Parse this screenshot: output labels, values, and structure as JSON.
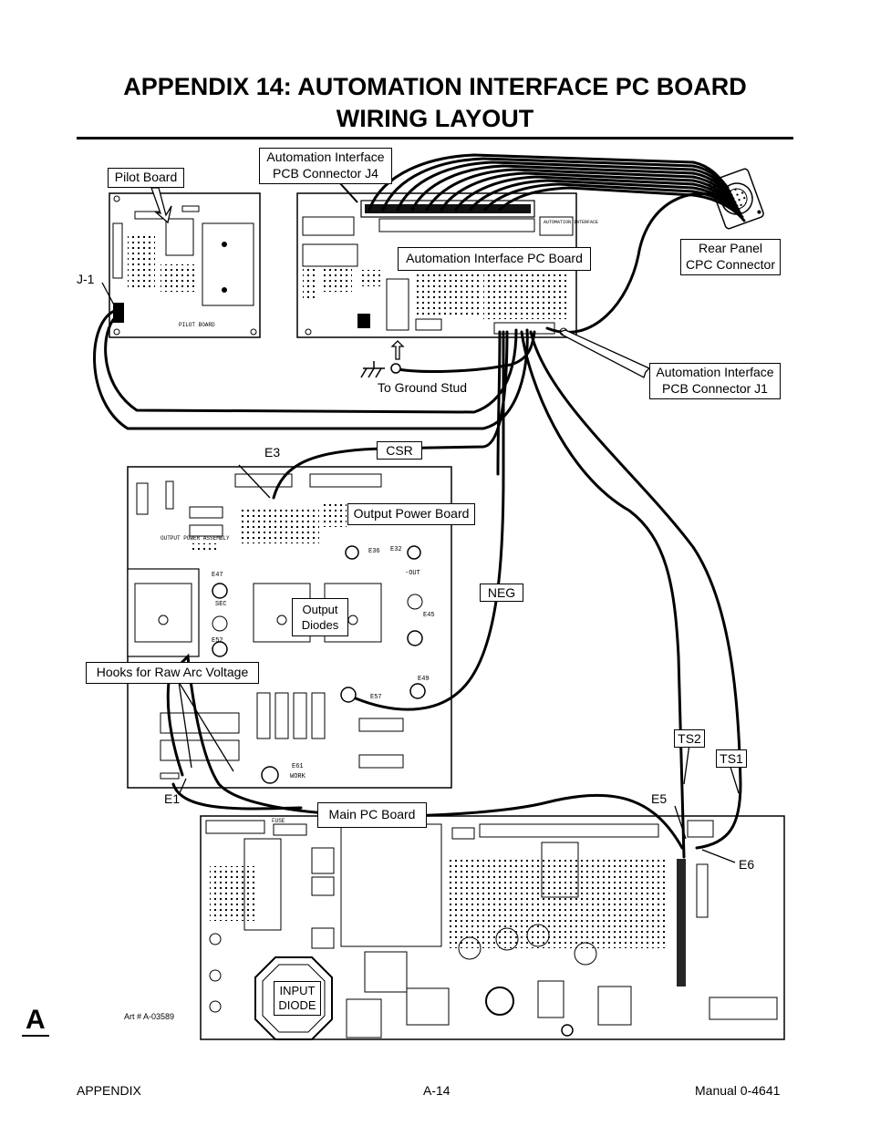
{
  "title": {
    "line1": "APPENDIX 14:  AUTOMATION INTERFACE PC BOARD",
    "line2": "WIRING LAYOUT"
  },
  "callouts": {
    "j4": [
      "Automation Interface",
      "PCB Connector J4"
    ],
    "pilot_board": "Pilot Board",
    "rear_panel": [
      "Rear Panel",
      "CPC Connector"
    ],
    "aipcb": "Automation Interface PC Board",
    "j1": [
      "Automation Interface",
      "PCB Connector J1"
    ],
    "csr": "CSR",
    "output_power": "Output Power Board",
    "output_diodes": [
      "Output",
      "Diodes"
    ],
    "neg": "NEG",
    "hooks": "Hooks for Raw Arc Voltage",
    "ts2": "TS2",
    "ts1": "TS1",
    "main_pc": "Main PC  Board",
    "input_diode": [
      "INPUT",
      "DIODE"
    ]
  },
  "labels": {
    "j1_conn": "J-1",
    "ground": "To Ground Stud",
    "e3": "E3",
    "e1": "E1",
    "e5": "E5",
    "e6": "E6",
    "art": "Art # A-03589"
  },
  "board_text": {
    "pilot": "PILOT BOARD",
    "automation": "AUTOMATION INTERFACE",
    "output_assy": "OUTPUT POWER ASSEMBLY",
    "e36": "E36",
    "e32": "E32",
    "e47": "E47",
    "e45": "E45",
    "e52": "E52",
    "e49": "E49",
    "e57": "E57",
    "e61": "E61",
    "work": "WORK",
    "sec": "SEC",
    "out": "-OUT",
    "fuse": "FUSE"
  },
  "footer": {
    "left": "APPENDIX",
    "center": "A-14",
    "right": "Manual 0-4641"
  },
  "section_marker": "A"
}
